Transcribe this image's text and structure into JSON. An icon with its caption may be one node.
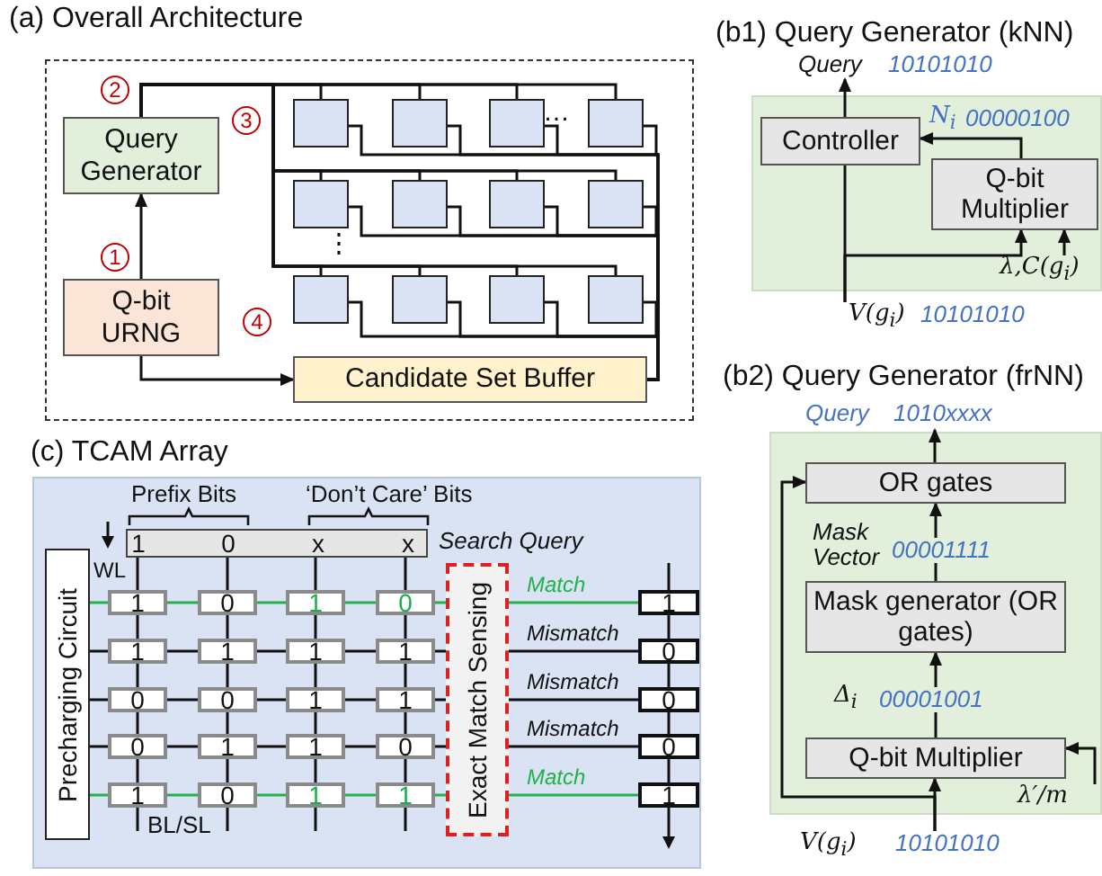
{
  "diagram": {
    "nodes": [
      {
        "text": [
          "(a) Overall Architecture"
        ]
      },
      {
        "text": [
          "Query Generator"
        ],
        "in": 0
      },
      {
        "text": [
          "Q-bit URNG"
        ],
        "in": 0
      },
      {
        "text": [
          "Candidate Set Buffer"
        ],
        "in": 0
      },
      {
        "text": [],
        "shape": "box",
        "in": 0
      },
      {
        "text": [],
        "shape": "box",
        "in": 0
      },
      {
        "text": [],
        "shape": "box",
        "in": 0
      },
      {
        "text": [],
        "shape": "box",
        "in": 0
      },
      {
        "text": [],
        "shape": "box",
        "in": 0
      },
      {
        "text": [],
        "shape": "box",
        "in": 0
      },
      {
        "text": [],
        "shape": "box",
        "in": 0
      },
      {
        "text": [],
        "shape": "box",
        "in": 0
      },
      {
        "text": [],
        "shape": "box",
        "in": 0
      },
      {
        "text": [],
        "shape": "box",
        "in": 0
      },
      {
        "text": [],
        "shape": "box",
        "in": 0
      },
      {
        "text": [],
        "shape": "box",
        "in": 0
      },
      {
        "text": [
          "(b1) Query Generator (kNN)"
        ]
      },
      {
        "text": [
          "Controller"
        ],
        "in": 16
      },
      {
        "text": [
          "Q-bit Multiplier"
        ],
        "in": 16
      },
      {
        "text": [
          "(b2) Query Generator (frNN)"
        ]
      },
      {
        "text": [
          "OR gates"
        ],
        "in": 19
      },
      {
        "text": [
          "Mask generator (OR gates)"
        ],
        "in": 19
      },
      {
        "text": [
          "Q-bit Multiplier"
        ],
        "in": 19
      },
      {
        "text": [
          "(c) TCAM Array"
        ]
      },
      {
        "text": [
          "Precharging Circuit"
        ],
        "in": 23
      },
      {
        "text": [
          "1",
          "0",
          "x",
          "x"
        ],
        "in": 23
      },
      {
        "text": [
          "Exact Match Sensing"
        ],
        "in": 23
      },
      {
        "text": [
          "1"
        ],
        "in": 23
      },
      {
        "text": [
          "0"
        ],
        "in": 23
      },
      {
        "text": [
          "1"
        ],
        "in": 23
      },
      {
        "text": [
          "0"
        ],
        "in": 23
      },
      {
        "text": [
          "1"
        ],
        "in": 23
      },
      {
        "text": [
          "1"
        ],
        "in": 23
      },
      {
        "text": [
          "1"
        ],
        "in": 23
      },
      {
        "text": [
          "1"
        ],
        "in": 23
      },
      {
        "text": [
          "0"
        ],
        "in": 23
      },
      {
        "text": [
          "0"
        ],
        "in": 23
      },
      {
        "text": [
          "1"
        ],
        "in": 23
      },
      {
        "text": [
          "1"
        ],
        "in": 23
      },
      {
        "text": [
          "0"
        ],
        "in": 23
      },
      {
        "text": [
          "1"
        ],
        "in": 23
      },
      {
        "text": [
          "1"
        ],
        "in": 23
      },
      {
        "text": [
          "0"
        ],
        "in": 23
      },
      {
        "text": [
          "1"
        ],
        "in": 23
      },
      {
        "text": [
          "0"
        ],
        "in": 23
      },
      {
        "text": [
          "1"
        ],
        "in": 23
      },
      {
        "text": [
          "1"
        ],
        "in": 23
      },
      {
        "text": [
          "1"
        ],
        "in": 23
      },
      {
        "text": [
          "0"
        ],
        "in": 23
      },
      {
        "text": [
          "0"
        ],
        "in": 23
      },
      {
        "text": [
          "0"
        ],
        "in": 23
      },
      {
        "text": [
          "1"
        ],
        "in": 23
      },
      {
        "text": [
          "Query",
          "10101010"
        ]
      },
      {
        "text": [
          "λ,C(g$_{i}$)"
        ],
        "in": 16
      },
      {
        "text": [
          "V(g$_{i}$)",
          "10101010"
        ]
      },
      {
        "text": [
          "Query",
          "1010xxxx"
        ]
      },
      {
        "text": [
          "λ′/m"
        ],
        "in": 19
      },
      {
        "text": [
          "V(g$_{i}$)",
          "10101010"
        ]
      }
    ],
    "edges": [
      {
        "from": 2,
        "to": 1,
        "arrow": "to"
      },
      {
        "from": 2,
        "to": 3,
        "arrow": "to"
      },
      {
        "from": 1,
        "to": 4,
        "arrow": "none"
      },
      {
        "from": 1,
        "to": 5,
        "arrow": "none"
      },
      {
        "from": 1,
        "to": 6,
        "arrow": "none"
      },
      {
        "from": 1,
        "to": 7,
        "arrow": "none"
      },
      {
        "from": 1,
        "to": 8,
        "arrow": "none"
      },
      {
        "from": 1,
        "to": 9,
        "arrow": "none"
      },
      {
        "from": 1,
        "to": 10,
        "arrow": "none"
      },
      {
        "from": 1,
        "to": 11,
        "arrow": "none"
      },
      {
        "from": 1,
        "to": 12,
        "arrow": "none"
      },
      {
        "from": 1,
        "to": 13,
        "arrow": "none"
      },
      {
        "from": 1,
        "to": 14,
        "arrow": "none"
      },
      {
        "from": 1,
        "to": 15,
        "arrow": "none"
      },
      {
        "from": 4,
        "to": 3,
        "arrow": "none"
      },
      {
        "from": 5,
        "to": 3,
        "arrow": "none"
      },
      {
        "from": 6,
        "to": 3,
        "arrow": "none"
      },
      {
        "from": 7,
        "to": 3,
        "arrow": "none"
      },
      {
        "from": 8,
        "to": 3,
        "arrow": "none"
      },
      {
        "from": 9,
        "to": 3,
        "arrow": "none"
      },
      {
        "from": 10,
        "to": 3,
        "arrow": "none"
      },
      {
        "from": 11,
        "to": 3,
        "arrow": "none"
      },
      {
        "from": 12,
        "to": 3,
        "arrow": "none"
      },
      {
        "from": 13,
        "to": 3,
        "arrow": "none"
      },
      {
        "from": 14,
        "to": 3,
        "arrow": "none"
      },
      {
        "from": 15,
        "to": 3,
        "arrow": "none"
      },
      {
        "from": 17,
        "to": 52,
        "arrow": "to"
      },
      {
        "from": 18,
        "to": 17,
        "arrow": "to"
      },
      {
        "from": 54,
        "to": 17,
        "arrow": "none"
      },
      {
        "from": 54,
        "to": 18,
        "arrow": "to"
      },
      {
        "from": 53,
        "to": 18,
        "arrow": "to"
      },
      {
        "from": 20,
        "to": 55,
        "arrow": "to"
      },
      {
        "from": 21,
        "to": 20,
        "arrow": "to"
      },
      {
        "from": 22,
        "to": 21,
        "arrow": "to"
      },
      {
        "from": 57,
        "to": 22,
        "arrow": "to"
      },
      {
        "from": 57,
        "to": 20,
        "arrow": "to"
      },
      {
        "from": 56,
        "to": 22,
        "arrow": "to"
      },
      {
        "from": 24,
        "to": 27,
        "arrow": "none",
        "color": "#22b14c"
      },
      {
        "from": 27,
        "to": 28,
        "arrow": "none",
        "color": "#22b14c"
      },
      {
        "from": 28,
        "to": 29,
        "arrow": "none",
        "color": "#22b14c"
      },
      {
        "from": 29,
        "to": 30,
        "arrow": "none",
        "color": "#22b14c"
      },
      {
        "from": 30,
        "to": 26,
        "arrow": "none",
        "color": "#22b14c"
      },
      {
        "from": 24,
        "to": 31,
        "arrow": "none"
      },
      {
        "from": 31,
        "to": 32,
        "arrow": "none"
      },
      {
        "from": 32,
        "to": 33,
        "arrow": "none"
      },
      {
        "from": 33,
        "to": 34,
        "arrow": "none"
      },
      {
        "from": 34,
        "to": 26,
        "arrow": "none"
      },
      {
        "from": 24,
        "to": 35,
        "arrow": "none"
      },
      {
        "from": 35,
        "to": 36,
        "arrow": "none"
      },
      {
        "from": 36,
        "to": 37,
        "arrow": "none"
      },
      {
        "from": 37,
        "to": 38,
        "arrow": "none"
      },
      {
        "from": 38,
        "to": 26,
        "arrow": "none"
      },
      {
        "from": 24,
        "to": 39,
        "arrow": "none"
      },
      {
        "from": 39,
        "to": 40,
        "arrow": "none"
      },
      {
        "from": 40,
        "to": 41,
        "arrow": "none"
      },
      {
        "from": 41,
        "to": 42,
        "arrow": "none"
      },
      {
        "from": 42,
        "to": 26,
        "arrow": "none"
      },
      {
        "from": 24,
        "to": 43,
        "arrow": "none",
        "color": "#22b14c"
      },
      {
        "from": 43,
        "to": 44,
        "arrow": "none",
        "color": "#22b14c"
      },
      {
        "from": 44,
        "to": 45,
        "arrow": "none",
        "color": "#22b14c"
      },
      {
        "from": 45,
        "to": 46,
        "arrow": "none",
        "color": "#22b14c"
      },
      {
        "from": 46,
        "to": 26,
        "arrow": "none",
        "color": "#22b14c"
      },
      {
        "from": 26,
        "to": 47,
        "arrow": "none",
        "label": "Match",
        "color": "#22b14c"
      },
      {
        "from": 26,
        "to": 48,
        "arrow": "none",
        "label": "Mismatch"
      },
      {
        "from": 26,
        "to": 49,
        "arrow": "none",
        "label": "Mismatch"
      },
      {
        "from": 26,
        "to": 50,
        "arrow": "none",
        "label": "Mismatch"
      },
      {
        "from": 26,
        "to": 51,
        "arrow": "none",
        "label": "Match",
        "color": "#22b14c"
      },
      {
        "from": 25,
        "to": 27,
        "arrow": "none"
      },
      {
        "from": 27,
        "to": 31,
        "arrow": "none"
      },
      {
        "from": 31,
        "to": 35,
        "arrow": "none"
      },
      {
        "from": 35,
        "to": 39,
        "arrow": "none"
      },
      {
        "from": 39,
        "to": 43,
        "arrow": "none"
      },
      {
        "from": 25,
        "to": 28,
        "arrow": "none"
      },
      {
        "from": 28,
        "to": 32,
        "arrow": "none"
      },
      {
        "from": 32,
        "to": 36,
        "arrow": "none"
      },
      {
        "from": 36,
        "to": 40,
        "arrow": "none"
      },
      {
        "from": 40,
        "to": 44,
        "arrow": "none"
      },
      {
        "from": 25,
        "to": 29,
        "arrow": "none"
      },
      {
        "from": 29,
        "to": 33,
        "arrow": "none"
      },
      {
        "from": 33,
        "to": 37,
        "arrow": "none"
      },
      {
        "from": 37,
        "to": 41,
        "arrow": "none"
      },
      {
        "from": 41,
        "to": 45,
        "arrow": "none"
      },
      {
        "from": 25,
        "to": 30,
        "arrow": "none"
      },
      {
        "from": 30,
        "to": 34,
        "arrow": "none"
      },
      {
        "from": 34,
        "to": 38,
        "arrow": "none"
      },
      {
        "from": 38,
        "to": 42,
        "arrow": "none"
      },
      {
        "from": 42,
        "to": 46,
        "arrow": "none"
      }
    ],
    "labels": [
      "2",
      "…",
      "3",
      "⋮",
      "1",
      "4",
      "N$_{i}$",
      "00000100",
      "Mask Vector",
      "00001111",
      "Δ$_{i}$",
      "00001001",
      "Prefix Bits",
      "‘Don’t Care’ Bits",
      "Search Query",
      "WL",
      "BL/SL"
    ]
  }
}
